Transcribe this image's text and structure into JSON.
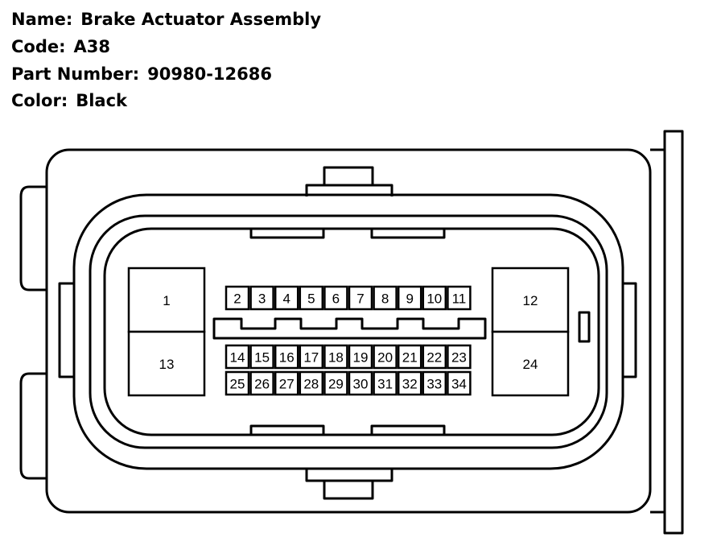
{
  "header": {
    "name_label": "Name:",
    "name_value": "Brake Actuator Assembly",
    "code_label": "Code:",
    "code_value": "A38",
    "part_label": "Part Number:",
    "part_value": "90980-12686",
    "color_label": "Color:",
    "color_value": "Black"
  },
  "connector": {
    "large_pins": [
      "1",
      "13",
      "12",
      "24"
    ],
    "top_row_pins": [
      "2",
      "3",
      "4",
      "5",
      "6",
      "7",
      "8",
      "9",
      "10",
      "11"
    ],
    "middle_row_pins": [
      "14",
      "15",
      "16",
      "17",
      "18",
      "19",
      "20",
      "21",
      "22",
      "23"
    ],
    "bottom_row_pins": [
      "25",
      "26",
      "27",
      "28",
      "29",
      "30",
      "31",
      "32",
      "33",
      "34"
    ]
  }
}
